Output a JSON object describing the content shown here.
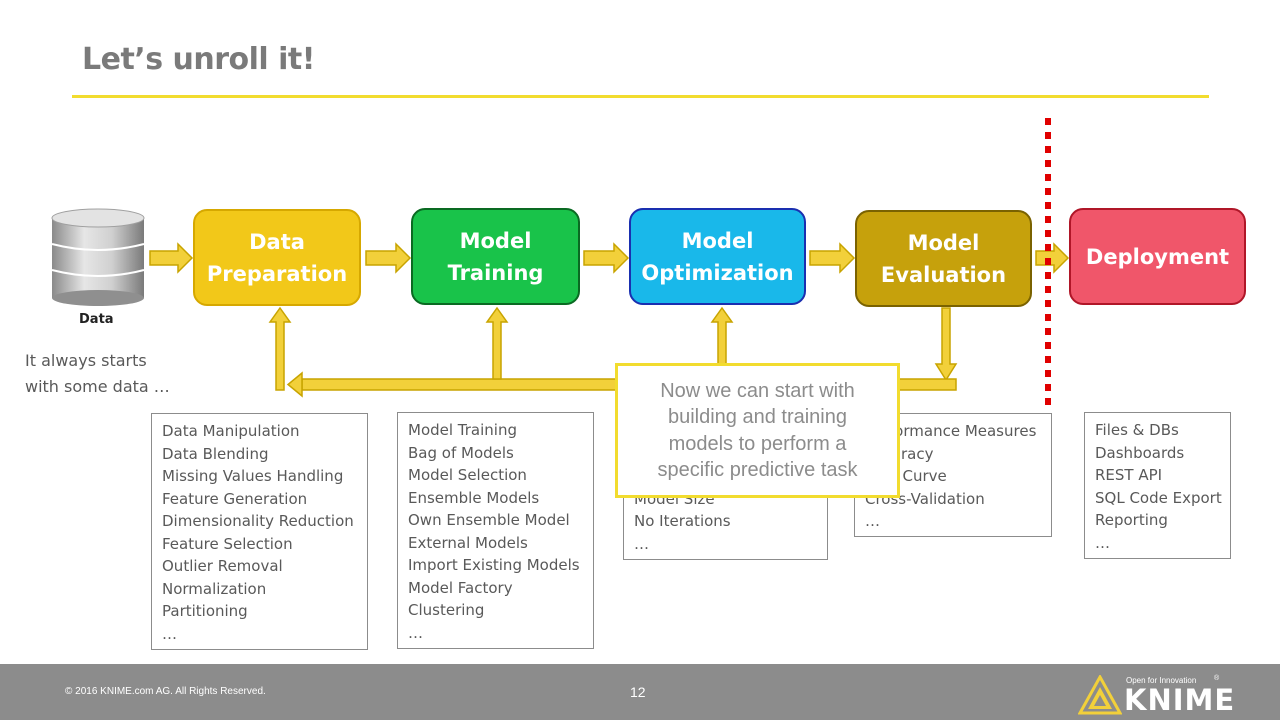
{
  "slide": {
    "title": "Let’s unroll it!",
    "page_number": "12",
    "copyright": "© 2016 KNIME.com AG. All Rights Reserved."
  },
  "data_source": {
    "label": "Data",
    "icon": "database-icon",
    "caption_lines": [
      "It always starts",
      "with some data …"
    ]
  },
  "stages": [
    {
      "lines": [
        "Data",
        "Preparation"
      ],
      "color": "#f2c819",
      "border": "#d6a800"
    },
    {
      "lines": [
        "Model",
        "Training"
      ],
      "color": "#19c34a",
      "border": "#0a8a2c"
    },
    {
      "lines": [
        "Model",
        "Optimization"
      ],
      "color": "#19b8ea",
      "border": "#1a3fb0"
    },
    {
      "lines": [
        "Model",
        "Evaluation"
      ],
      "color": "#c6a10c",
      "border": "#8f7300"
    },
    {
      "lines": [
        "Deployment"
      ],
      "color": "#f0566a",
      "border": "#c01a30"
    }
  ],
  "detail_boxes": [
    {
      "items": [
        "Data Manipulation",
        "Data Blending",
        "Missing Values Handling",
        "Feature Generation",
        "Dimensionality Reduction",
        "Feature Selection",
        "Outlier Removal",
        "Normalization",
        "Partitioning",
        "…"
      ]
    },
    {
      "items": [
        "Model Training",
        "Bag of Models",
        "Model Selection",
        "Ensemble Models",
        "Own Ensemble Model",
        "External Models",
        "Import Existing Models",
        "Model Factory",
        "Clustering",
        "…"
      ]
    },
    {
      "items": [
        "",
        "",
        "",
        "Model Size",
        "No Iterations",
        "…"
      ]
    },
    {
      "items": [
        "Performance Measures",
        "Accuracy",
        "ROC Curve",
        "Cross-Validation",
        "…"
      ]
    },
    {
      "items": [
        "Files & DBs",
        "Dashboards",
        "REST API",
        "SQL Code Export",
        "Reporting",
        "…"
      ]
    }
  ],
  "callout": {
    "lines": [
      "Now we can start with",
      "building and training",
      "models to perform a",
      "specific predictive task"
    ]
  },
  "logo": {
    "tagline": "Open for Innovation",
    "name": "KNIME",
    "reg": "®"
  },
  "colors": {
    "arrow": "#f2d03a",
    "arrow_outline": "#c8a400",
    "divider": "#e00000",
    "title_rule": "#f2dc2e"
  }
}
